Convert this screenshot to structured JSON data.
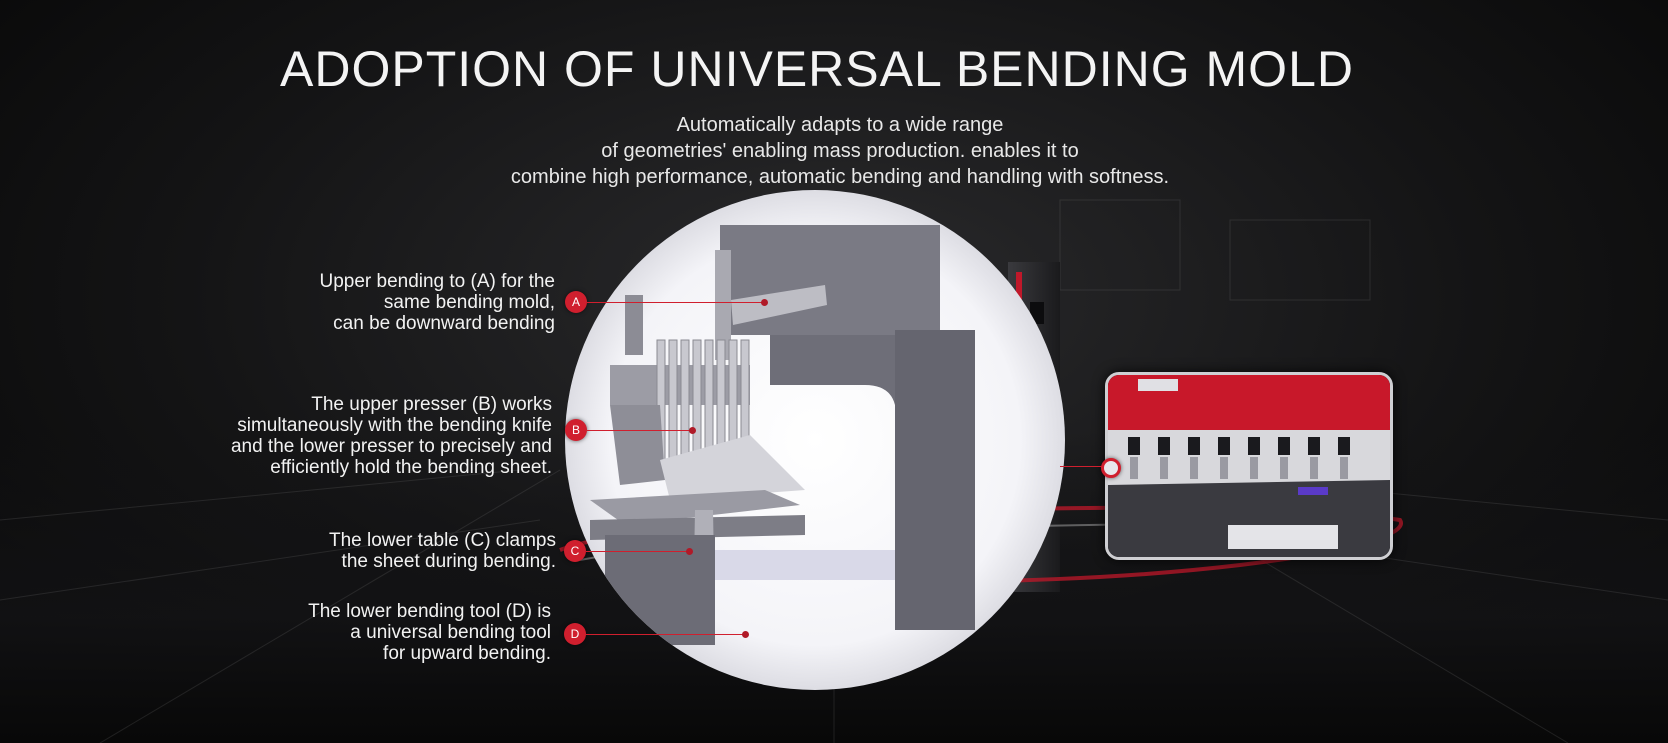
{
  "title": "ADOPTION OF UNIVERSAL BENDING MOLD",
  "subtitle": {
    "line1": "Automatically adapts to a wide range",
    "line2": "of geometries' enabling mass production. enables it to",
    "line3": "combine high performance, automatic bending and handling with softness."
  },
  "callouts": [
    {
      "marker": "A",
      "lines": [
        "Upper bending to (A) for the",
        "same bending mold,",
        "can be downward bending"
      ]
    },
    {
      "marker": "B",
      "lines": [
        "The upper presser (B) works",
        "simultaneously with the bending knife",
        "and the lower presser to precisely and",
        "efficiently hold the bending sheet."
      ]
    },
    {
      "marker": "C",
      "lines": [
        "The lower table (C) clamps",
        "the sheet during bending."
      ]
    },
    {
      "marker": "D",
      "lines": [
        "The lower bending tool (D) is",
        "a universal bending tool",
        "for upward bending."
      ]
    }
  ],
  "colors": {
    "accent": "#d01f2e",
    "background": "#141415",
    "text": "#f2f2f2"
  },
  "icons": {
    "magnifier": "magnifier-lens",
    "inset": "machine-photo-inset"
  }
}
